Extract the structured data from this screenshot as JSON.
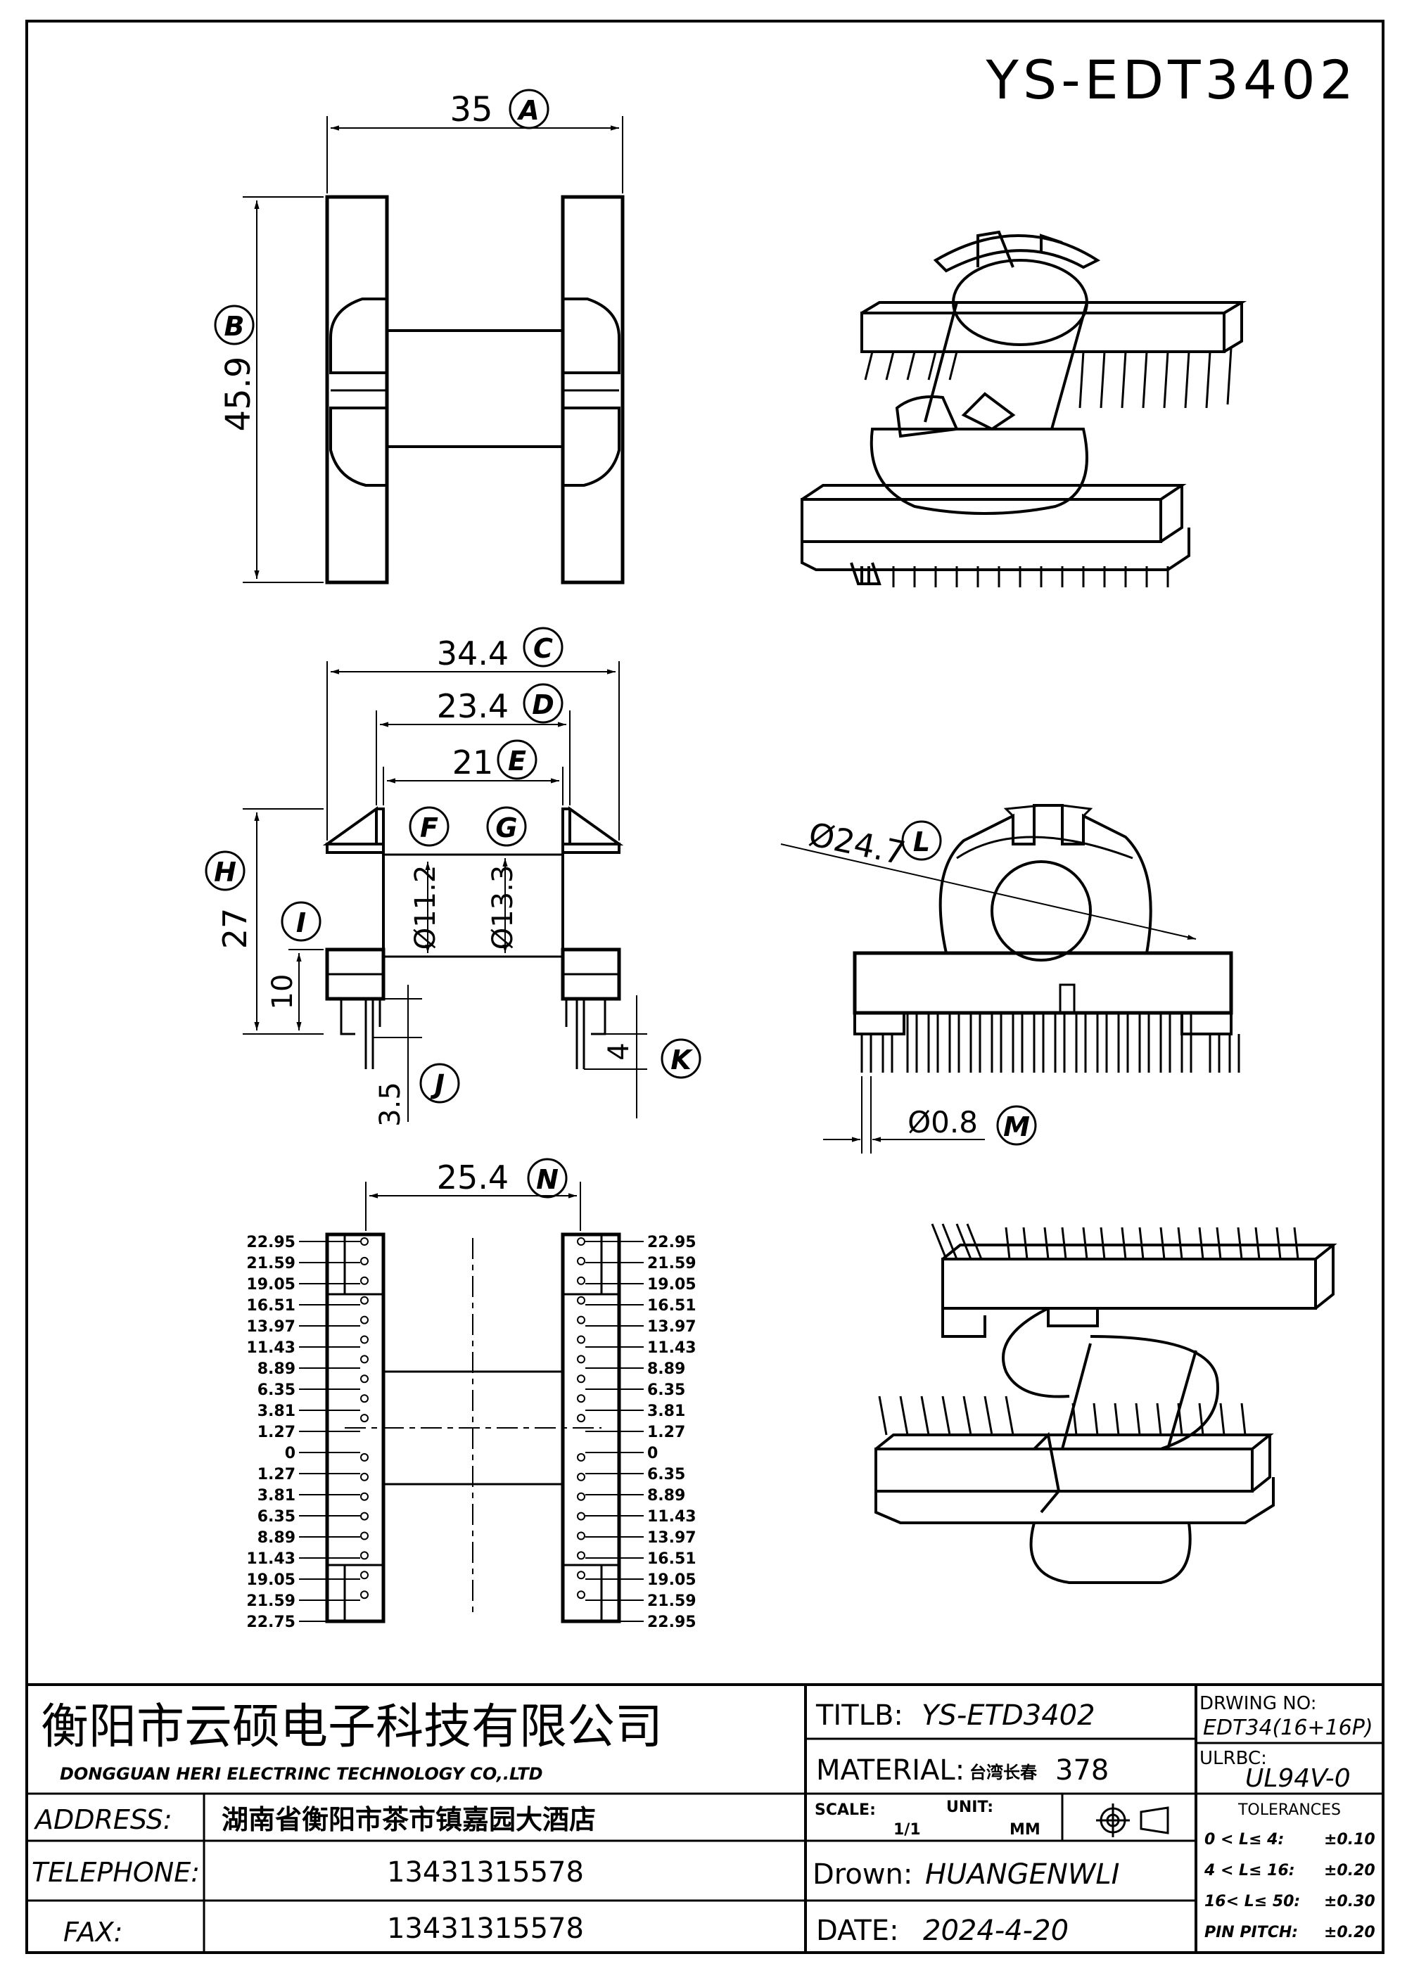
{
  "drawing_id": "YS-EDT3402",
  "dimensions": {
    "A": {
      "letter": "A",
      "value": "35"
    },
    "B": {
      "letter": "B",
      "value": "45.9"
    },
    "C": {
      "letter": "C",
      "value": "34.4"
    },
    "D": {
      "letter": "D",
      "value": "23.4"
    },
    "E": {
      "letter": "E",
      "value": "21"
    },
    "F": {
      "letter": "F",
      "value": "Ø11.2"
    },
    "G": {
      "letter": "G",
      "value": "Ø13.3"
    },
    "H": {
      "letter": "H",
      "value": "27"
    },
    "I": {
      "letter": "I",
      "value": "10"
    },
    "J": {
      "letter": "J",
      "value": "3.5"
    },
    "K": {
      "letter": "K",
      "value": "4"
    },
    "L": {
      "letter": "L",
      "value": "Ø24.7"
    },
    "M": {
      "letter": "M",
      "value": "Ø0.8"
    },
    "N": {
      "letter": "N",
      "value": "25.4"
    }
  },
  "pin_labels": {
    "left": [
      "22.95",
      "21.59",
      "19.05",
      "16.51",
      "13.97",
      "11.43",
      "8.89",
      "6.35",
      "3.81",
      "1.27",
      "0",
      "1.27",
      "3.81",
      "6.35",
      "8.89",
      "11.43",
      "19.05",
      "21.59",
      "22.75"
    ],
    "right": [
      "22.95",
      "21.59",
      "19.05",
      "16.51",
      "13.97",
      "11.43",
      "8.89",
      "6.35",
      "3.81",
      "1.27",
      "0",
      "6.35",
      "8.89",
      "11.43",
      "13.97",
      "16.51",
      "19.05",
      "21.59",
      "22.95"
    ]
  },
  "title_block": {
    "company_cn": "衡阳市云硕电子科技有限公司",
    "company_en": "DONGGUAN HERI ELECTRINC TECHNOLOGY CO,.LTD",
    "address_label": "ADDRESS:",
    "address_value": "湖南省衡阳市茶市镇嘉园大酒店",
    "telephone_label": "TELEPHONE:",
    "telephone_value": "13431315578",
    "fax_label": "FAX:",
    "fax_value": "13431315578",
    "title_label": "TITLB:",
    "title_value": "YS-ETD3402",
    "material_label": "MATERIAL:",
    "material_vendor": "台湾长春",
    "material_value": "378",
    "scale_label": "SCALE:",
    "scale_value": "1/1",
    "unit_label": "UNIT:",
    "unit_value": "MM",
    "drawn_label": "Drown:",
    "drawn_value": "HUANGENWLI",
    "date_label": "DATE:",
    "date_value": "2024-4-20",
    "drawing_no_label": "DRWING NO:",
    "drawing_no_value": "EDT34(16+16P)",
    "ul_label": "ULRBC:",
    "ul_value": "UL94V-0",
    "tolerances_label": "TOLERANCES",
    "tolerances": [
      {
        "range": "0 < L≤ 4:",
        "value": "±0.10"
      },
      {
        "range": "4 < L≤ 16:",
        "value": "±0.20"
      },
      {
        "range": "16< L≤ 50:",
        "value": "±0.30"
      },
      {
        "range": "PIN PITCH:",
        "value": "±0.20"
      }
    ]
  }
}
